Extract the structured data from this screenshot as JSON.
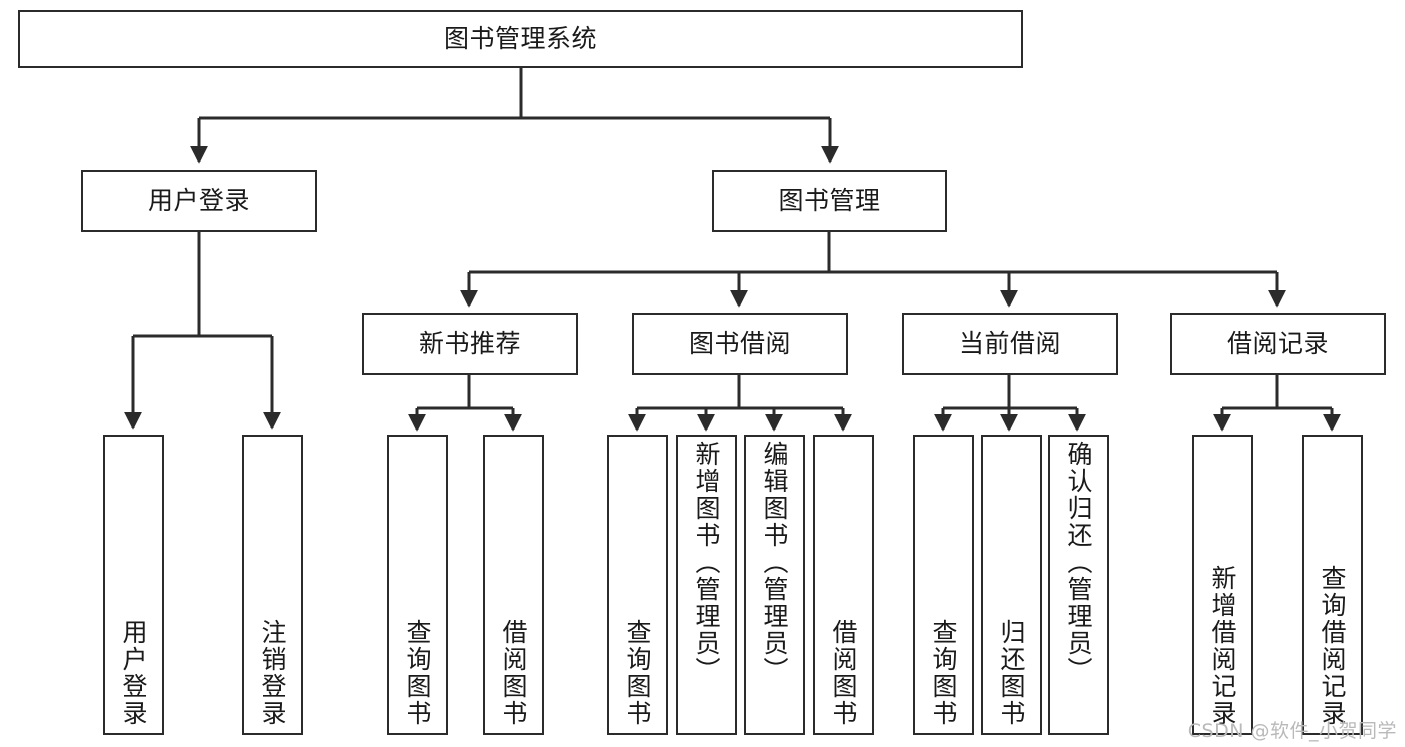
{
  "diagram": {
    "title": "图书管理系统",
    "type": "tree-hierarchy-chart",
    "watermark": "CSDN @软件_小贺同学",
    "colors": {
      "box_border": "#2b2b2b",
      "box_fill": "#ffffff",
      "edge": "#2b2b2b",
      "text": "#1a1a1a",
      "watermark": "#b9b9b9",
      "background": "#ffffff"
    },
    "nodes": {
      "root": {
        "label": "图书管理系统"
      },
      "level1": [
        {
          "id": "user-login",
          "label": "用户登录"
        },
        {
          "id": "book-manage",
          "label": "图书管理"
        }
      ],
      "level2": [
        {
          "id": "new-book-recommend",
          "label": "新书推荐"
        },
        {
          "id": "book-borrow",
          "label": "图书借阅"
        },
        {
          "id": "current-borrow",
          "label": "当前借阅"
        },
        {
          "id": "borrow-record",
          "label": "借阅记录"
        }
      ],
      "leaves": {
        "user-login": [
          {
            "id": "leaf-user-login",
            "label": "用户登录"
          },
          {
            "id": "leaf-logout-login",
            "label": "注销登录"
          }
        ],
        "new-book-recommend": [
          {
            "id": "leaf-query-book-1",
            "label": "查询图书"
          },
          {
            "id": "leaf-borrow-book-1",
            "label": "借阅图书"
          }
        ],
        "book-borrow": [
          {
            "id": "leaf-query-book-2",
            "label": "查询图书"
          },
          {
            "id": "leaf-add-book",
            "label": "新增图书（管理员）"
          },
          {
            "id": "leaf-edit-book",
            "label": "编辑图书（管理员）"
          },
          {
            "id": "leaf-borrow-book-2",
            "label": "借阅图书"
          }
        ],
        "current-borrow": [
          {
            "id": "leaf-query-book-3",
            "label": "查询图书"
          },
          {
            "id": "leaf-return-book",
            "label": "归还图书"
          },
          {
            "id": "leaf-confirm-return",
            "label": "确认归还（管理员）"
          }
        ],
        "borrow-record": [
          {
            "id": "leaf-add-record",
            "label": "新增借阅记录"
          },
          {
            "id": "leaf-query-record",
            "label": "查询借阅记录"
          }
        ]
      }
    }
  }
}
